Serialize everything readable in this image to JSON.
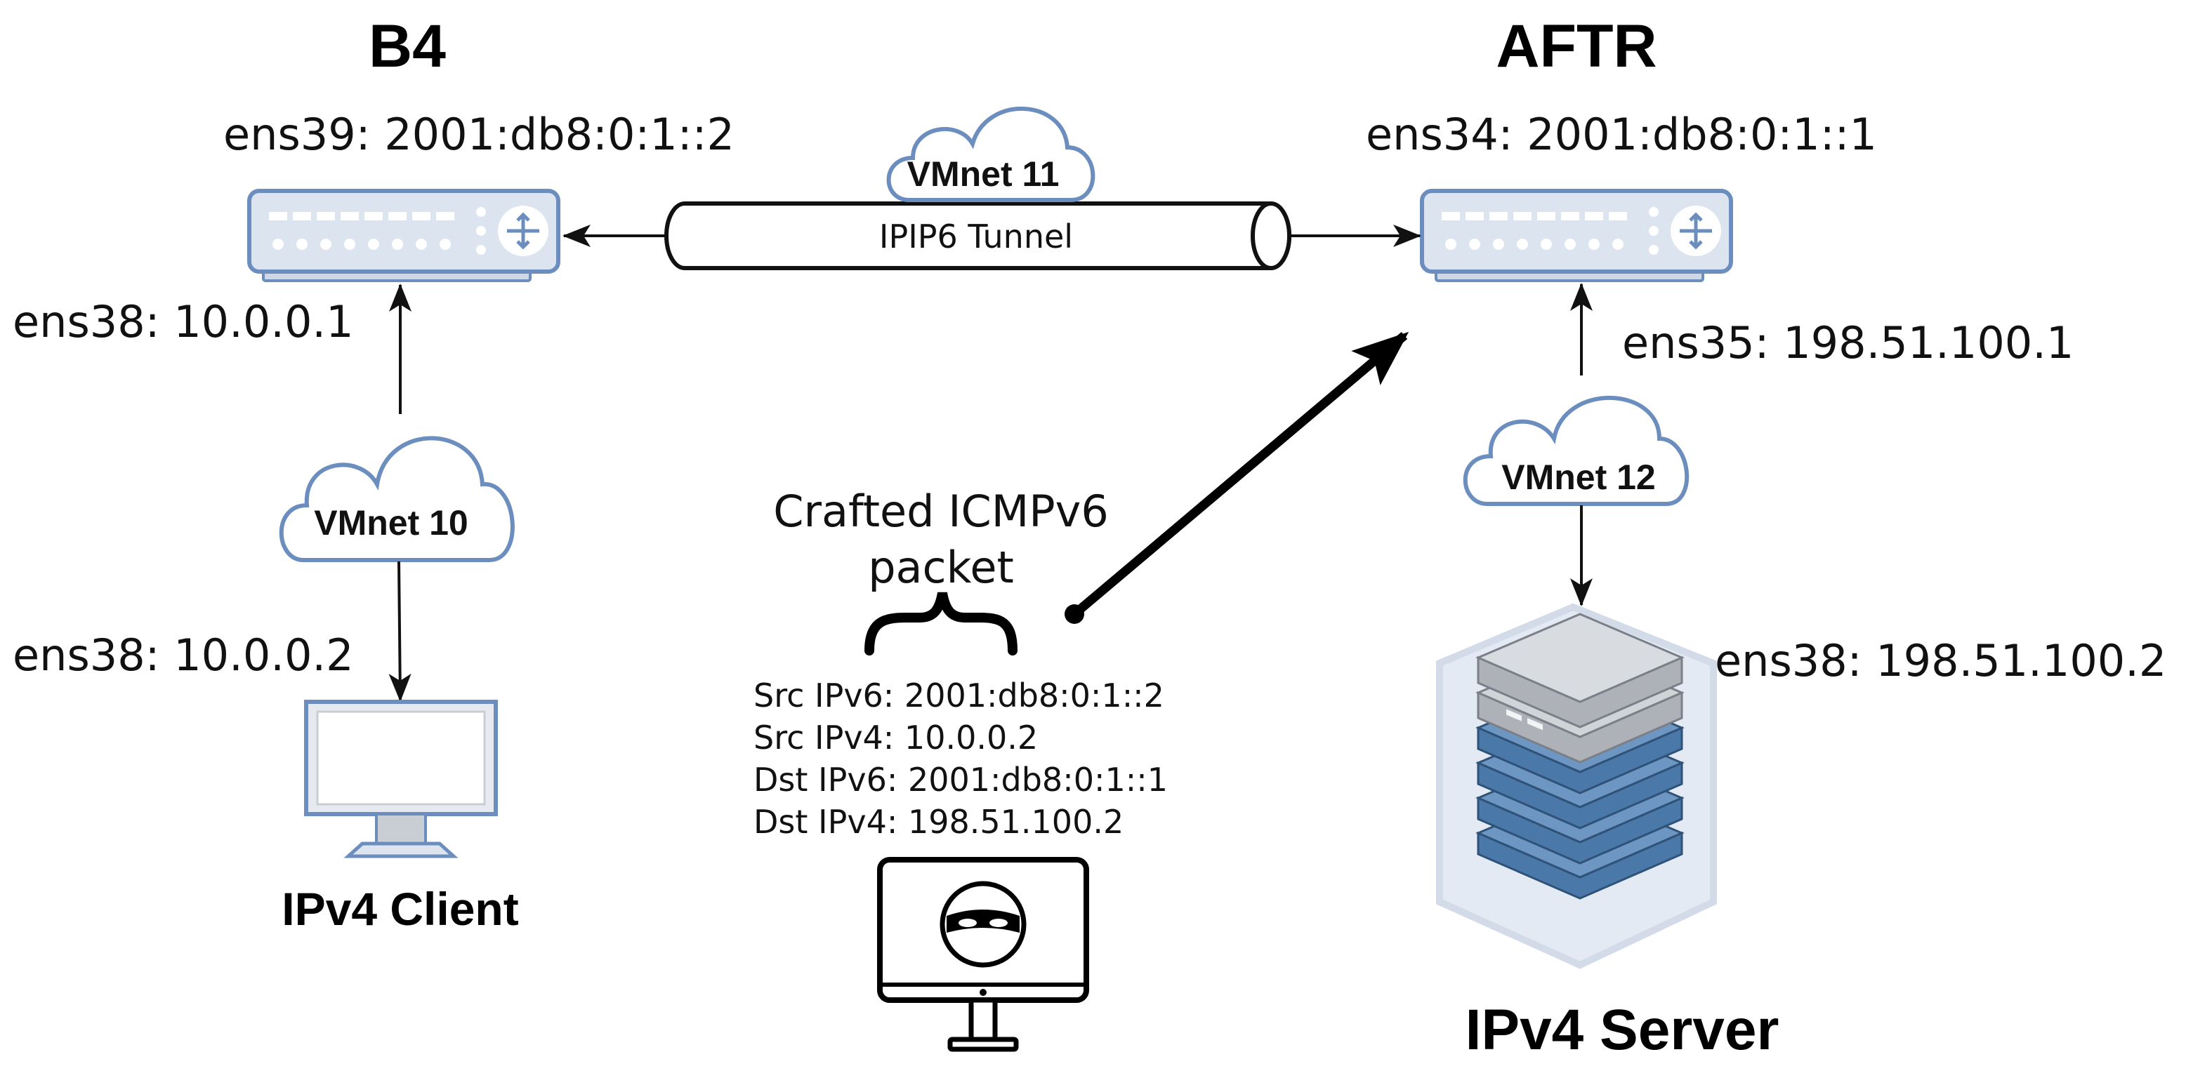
{
  "nodes": {
    "b4": {
      "title": "B4",
      "ipv6_iface": "ens39:  2001:db8:0:1::2",
      "ipv4_iface": "ens38: 10.0.0.1"
    },
    "aftr": {
      "title": "AFTR",
      "ipv6_iface": "ens34: 2001:db8:0:1::1",
      "ipv4_iface": "ens35: 198.51.100.1"
    },
    "client": {
      "title": "IPv4 Client",
      "iface": "ens38: 10.0.0.2"
    },
    "server": {
      "title": "IPv4 Server",
      "iface": "ens38: 198.51.100.2"
    }
  },
  "networks": {
    "vmnet11": "VMnet 11",
    "vmnet10": "VMnet 10",
    "vmnet12": "VMnet 12"
  },
  "tunnel": {
    "label": "IPIP6 Tunnel"
  },
  "attacker": {
    "caption_line1": "Crafted ICMPv6",
    "caption_line2": "packet",
    "fields": [
      "Src IPv6: 2001:db8:0:1::2",
      "Src IPv4: 10.0.0.2",
      "Dst IPv6: 2001:db8:0:1::1",
      "Dst IPv4: 198.51.100.2"
    ]
  },
  "colors": {
    "device_fill": "#DCE4F0",
    "device_stroke": "#6C8EBF",
    "port_fill": "#FFFFFF",
    "server_blue": "#4A78A8",
    "server_gray": "#B8BCC2",
    "line": "#111111"
  },
  "icons": {
    "router": "router-icon",
    "cloud": "cloud-icon",
    "client": "desktop-monitor-icon",
    "server": "server-rack-icon",
    "attacker": "hacker-monitor-icon"
  }
}
